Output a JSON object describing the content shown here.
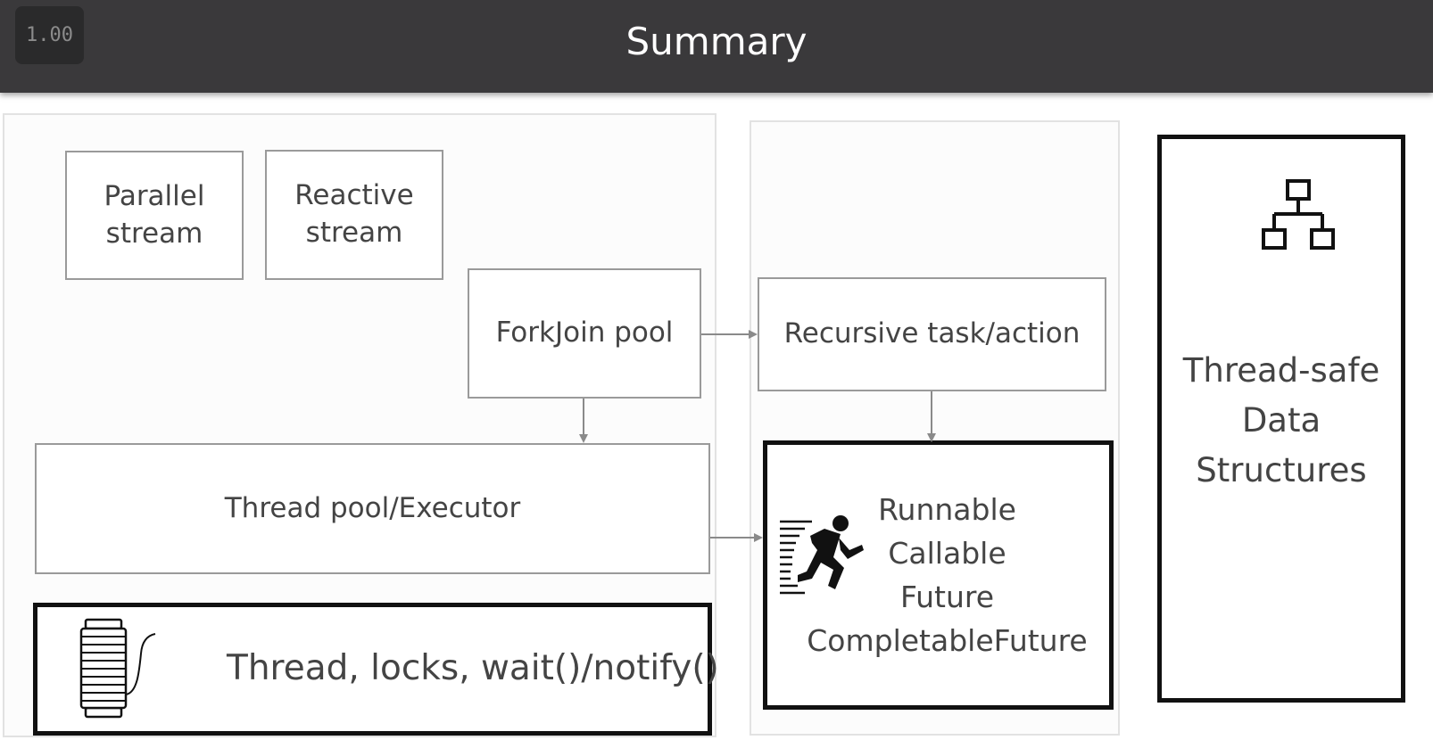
{
  "header": {
    "speed_badge": "1.00",
    "title": "Summary"
  },
  "diagram": {
    "parallel_stream": [
      "Parallel",
      "stream"
    ],
    "reactive_stream": [
      "Reactive",
      "stream"
    ],
    "forkjoin_pool": "ForkJoin pool",
    "recursive_task": "Recursive task/action",
    "thread_pool": "Thread pool/Executor",
    "thread_primitives": "Thread, locks, wait()/notify()",
    "task_types": [
      "Runnable",
      "Callable",
      "Future",
      "CompletableFuture"
    ],
    "data_structures": [
      "Thread-safe",
      "Data",
      "Structures"
    ]
  },
  "icons": {
    "runner": "runner-icon",
    "spool": "thread-spool-icon",
    "hierarchy": "hierarchy-icon"
  },
  "colors": {
    "header_bg": "#3a393b",
    "box_border": "#9a9a9a",
    "bold_border": "#111111",
    "arrow": "#8a8a8a"
  }
}
